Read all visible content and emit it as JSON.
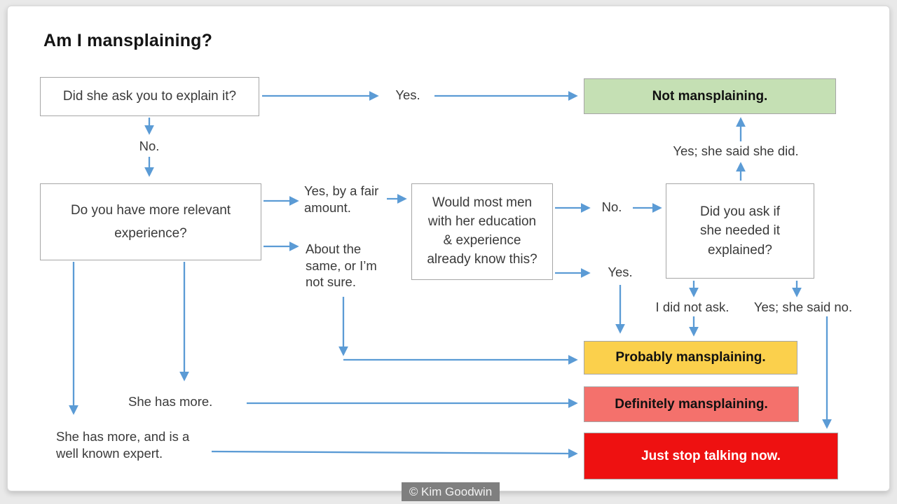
{
  "title": "Am I mansplaining?",
  "credit": "© Kim Goodwin",
  "colors": {
    "arrow_blue": "#5b9bd5",
    "box_border_gray": "#a6a6a6",
    "result_green": "#c5e0b4",
    "result_yellow": "#fbd04c",
    "result_salmon": "#f4716c",
    "result_red": "#ee1111",
    "credit_badge_gray": "#7f7f7f"
  },
  "nodes": {
    "q_ask": "Did she ask you to explain it?",
    "q_experience": "Do you have more relevant experience?",
    "q_most_men": "Would most men with her education & experience already know this?",
    "q_did_you_ask": "Did you ask if she needed it explained?",
    "r_not": "Not mansplaining.",
    "r_probably": "Probably mansplaining.",
    "r_definitely": "Definitely mansplaining.",
    "r_stop": "Just stop talking now."
  },
  "labels": {
    "yes": "Yes.",
    "no": "No.",
    "yes_by_fair": "Yes, by a fair amount.",
    "about_same": "About the same, or I’m not sure.",
    "no_2": "No.",
    "yes_2": "Yes.",
    "yes_she_said_she_did": "Yes; she said she did.",
    "i_did_not_ask": "I did not ask.",
    "yes_she_said_no": "Yes; she said no.",
    "she_has_more": "She has more.",
    "she_has_more_expert": "She has more, and is a well known expert."
  }
}
